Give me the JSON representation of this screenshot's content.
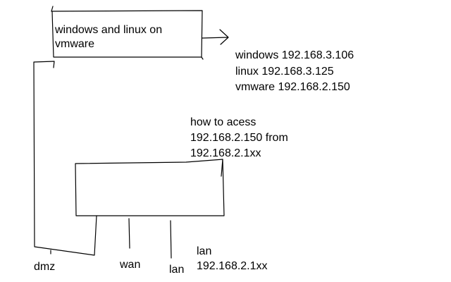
{
  "vm_box": {
    "line1": "windows and linux on",
    "line2": "vmware"
  },
  "ip_list": {
    "windows": "windows 192.168.3.106",
    "linux": "linux 192.168.3.125",
    "vmware": "vmware 192.168.2.150"
  },
  "question": {
    "line1": "how to acess",
    "line2": "192.168.2.150 from",
    "line3": "192.168.2.1xx"
  },
  "ports": {
    "dmz": "dmz",
    "wan": "wan",
    "lan": "lan"
  },
  "lan_note": {
    "line1": "lan",
    "line2": "192.168.2.1xx"
  },
  "colors": {
    "ink": "#000000",
    "background": "#ffffff"
  }
}
